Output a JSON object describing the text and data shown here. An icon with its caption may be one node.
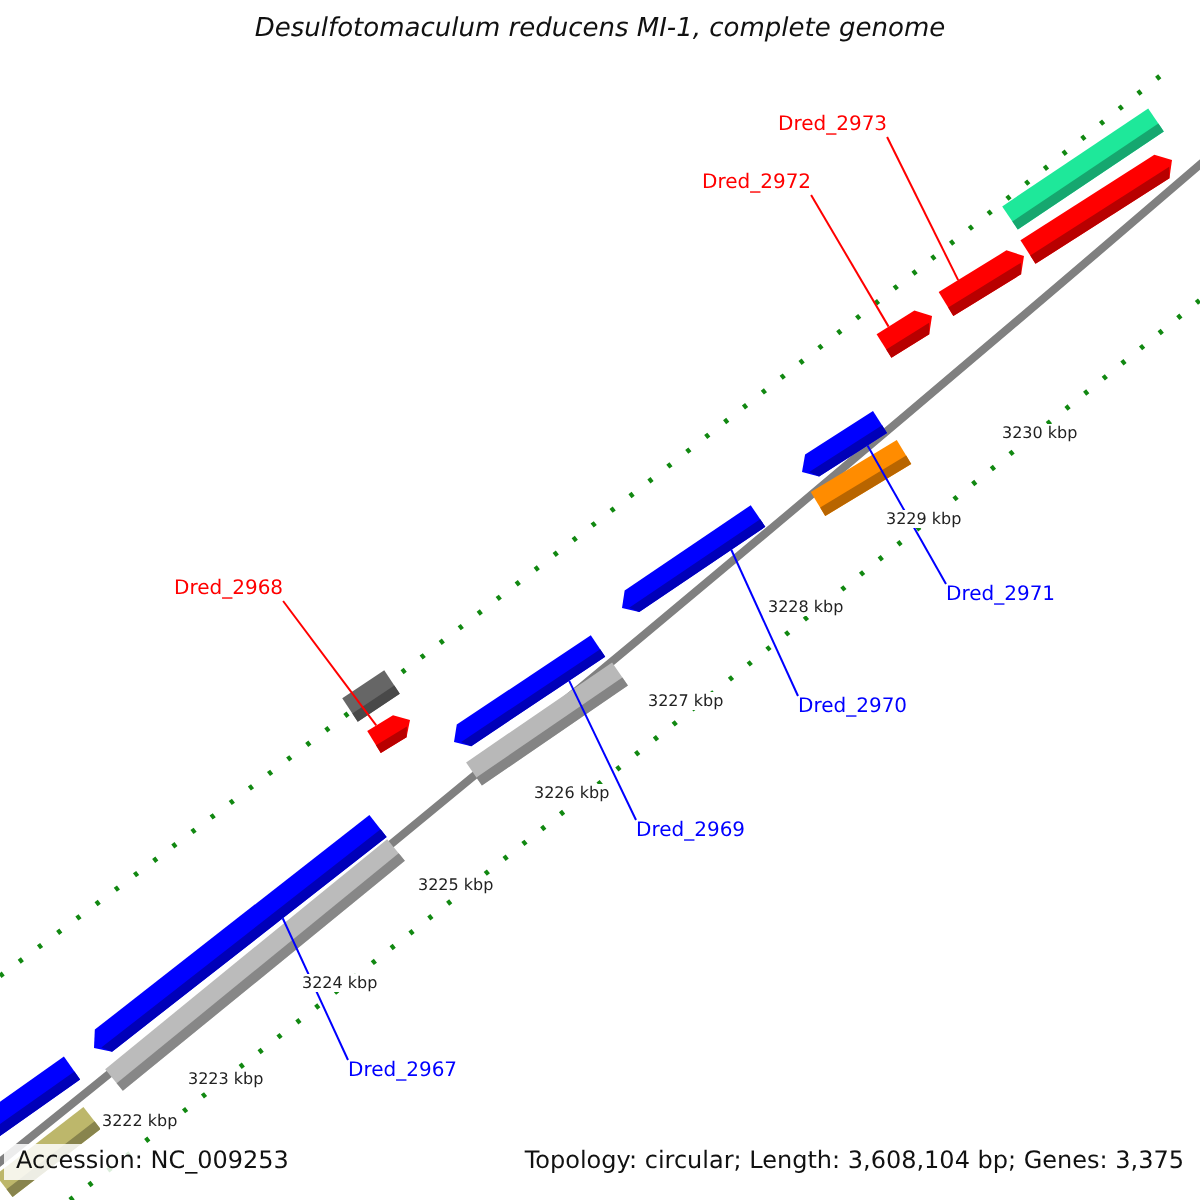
{
  "diagram": {
    "title": "Desulfotomaculum reducens MI-1, complete genome",
    "nodes": [
      {
        "text": [
          "Dred_2973"
        ]
      },
      {
        "text": [
          "Dred_2972"
        ]
      },
      {
        "text": [
          "Dred_2968"
        ]
      },
      {
        "text": [
          "Dred_2971"
        ]
      },
      {
        "text": [
          "Dred_2970"
        ]
      },
      {
        "text": [
          "Dred_2969"
        ]
      },
      {
        "text": [
          "Dred_2967"
        ]
      },
      {
        "text": [],
        "shape": "bar"
      },
      {
        "text": [],
        "shape": "bar"
      },
      {
        "text": [],
        "shape": "bar"
      },
      {
        "text": [],
        "shape": "bar"
      },
      {
        "text": [],
        "shape": "bar"
      },
      {
        "text": [],
        "shape": "bar"
      },
      {
        "text": [],
        "shape": "bar"
      },
      {
        "text": [],
        "shape": "bar"
      },
      {
        "text": [],
        "shape": "bar"
      },
      {
        "text": [],
        "shape": "bar"
      },
      {
        "text": [],
        "shape": "bar"
      },
      {
        "text": [],
        "shape": "bar"
      },
      {
        "text": [],
        "shape": "bar"
      },
      {
        "text": [],
        "shape": "bar"
      },
      {
        "text": [],
        "shape": "bar"
      }
    ],
    "edges": [
      {
        "from": 0,
        "to": 9,
        "arrow": "none",
        "color": "#ff0000"
      },
      {
        "from": 1,
        "to": 10,
        "arrow": "none",
        "color": "#ff0000"
      },
      {
        "from": 2,
        "to": 15,
        "arrow": "none",
        "color": "#ff0000"
      },
      {
        "from": 3,
        "to": 11,
        "arrow": "none"
      },
      {
        "from": 4,
        "to": 13,
        "arrow": "none"
      },
      {
        "from": 5,
        "to": 16,
        "arrow": "none"
      },
      {
        "from": 6,
        "to": 18,
        "arrow": "none"
      }
    ],
    "labels": [
      "3230 kbp",
      "3229 kbp",
      "3228 kbp",
      "3227 kbp",
      "3226 kbp",
      "3225 kbp",
      "3224 kbp",
      "3223 kbp",
      "3222 kbp",
      "Accession: NC_009253",
      "Topology: circular; Length: 3,608,104 bp; Genes: 3,375"
    ]
  }
}
